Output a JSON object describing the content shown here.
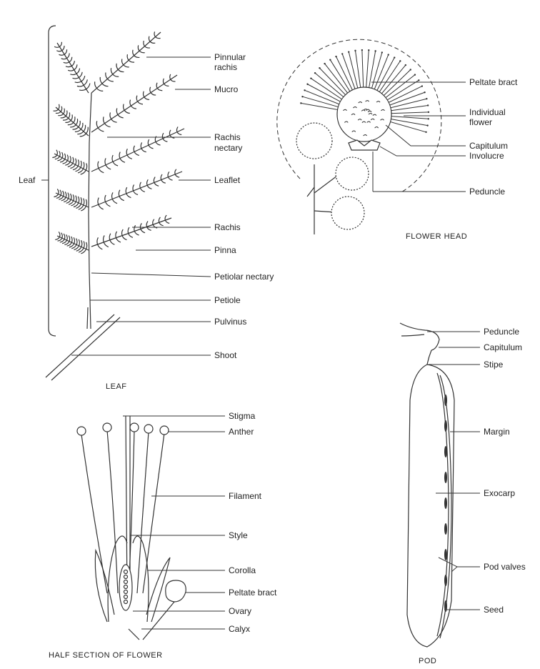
{
  "leaf": {
    "caption": "LEAF",
    "side_label": "Leaf",
    "labels": {
      "pinnular_rachis_1": "Pinnular",
      "pinnular_rachis_2": "rachis",
      "mucro": "Mucro",
      "rachis_nectary_1": "Rachis",
      "rachis_nectary_2": "nectary",
      "leaflet": "Leaflet",
      "rachis": "Rachis",
      "pinna": "Pinna",
      "petiolar_nectary": "Petiolar nectary",
      "petiole": "Petiole",
      "pulvinus": "Pulvinus",
      "shoot": "Shoot"
    }
  },
  "flower_head": {
    "caption": "FLOWER HEAD",
    "labels": {
      "peltate_bract": "Peltate bract",
      "individual_flower_1": "Individual",
      "individual_flower_2": "flower",
      "capitulum": "Capitulum",
      "involucre": "Involucre",
      "peduncle": "Peduncle"
    }
  },
  "half_section": {
    "caption": "HALF SECTION OF FLOWER",
    "labels": {
      "stigma": "Stigma",
      "anther": "Anther",
      "filament": "Filament",
      "style": "Style",
      "corolla": "Corolla",
      "peltate_bract": "Peltate bract",
      "ovary": "Ovary",
      "calyx": "Calyx"
    }
  },
  "pod": {
    "caption": "POD",
    "labels": {
      "peduncle": "Peduncle",
      "capitulum": "Capitulum",
      "stipe": "Stipe",
      "margin": "Margin",
      "exocarp": "Exocarp",
      "pod_valves": "Pod valves",
      "seed": "Seed"
    }
  }
}
